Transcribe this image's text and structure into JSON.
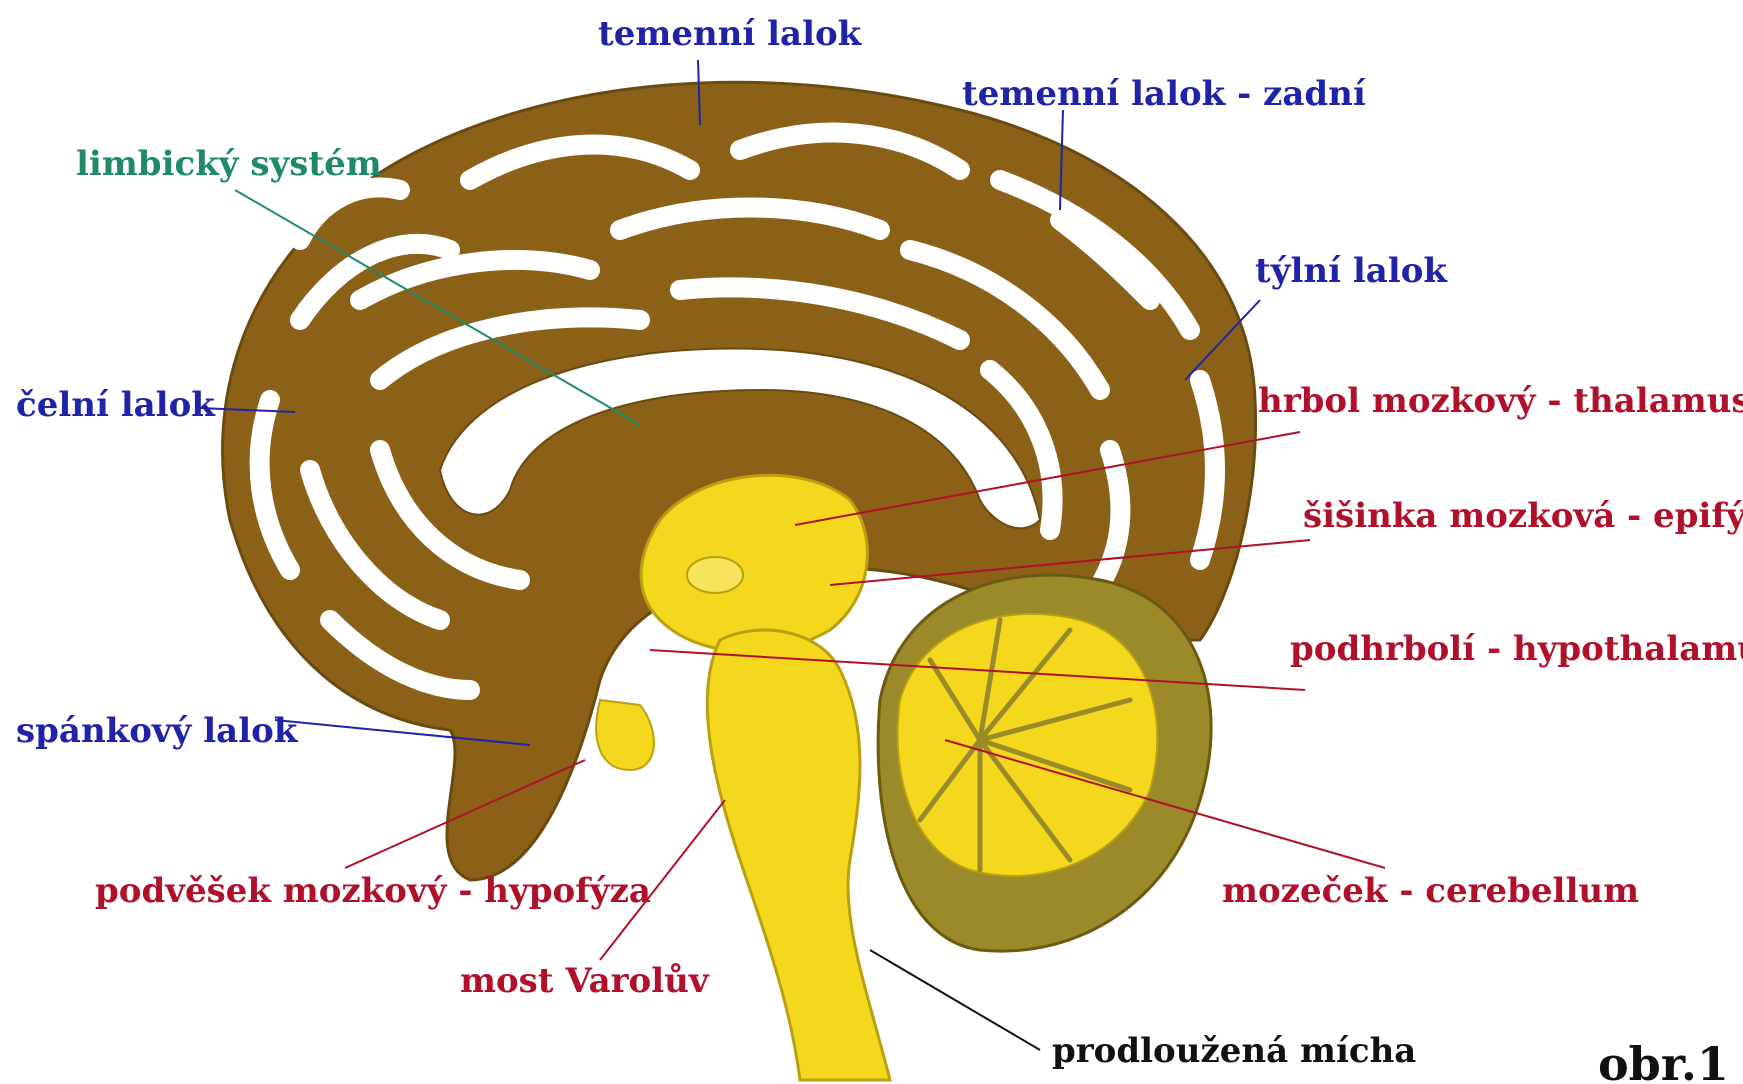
{
  "colors": {
    "blue": "#1f23a8",
    "green": "#1f8a6a",
    "red": "#b0102a",
    "black": "#111111",
    "brain": "#8b6118",
    "yellow": "#f3d81e",
    "olive": "#9a8a2a"
  },
  "labels": {
    "temenni_lalok": "temenní lalok",
    "temenni_lalok_zadni": "temenní lalok - zadní",
    "limbicky_system": "limbický systém",
    "tylni_lalok": "týlní lalok",
    "celni_lalok": "čelní lalok",
    "hrbol_mozkovy": "hrbol mozkový - thalamus",
    "sisinka_mozkova": "šišinka mozková - epifýza",
    "podhrboli": "podhrbolí  - hypothalamus",
    "spankovy_lalok": "spánkový lalok",
    "podvesek_mozkovy": "podvěšek mozkový - hypofýza",
    "mozecek": "mozeček - cerebellum",
    "most_varoluv": "most Varolův",
    "prodlouzena_micha": "prodloužená mícha"
  },
  "figure_label": "obr.1"
}
